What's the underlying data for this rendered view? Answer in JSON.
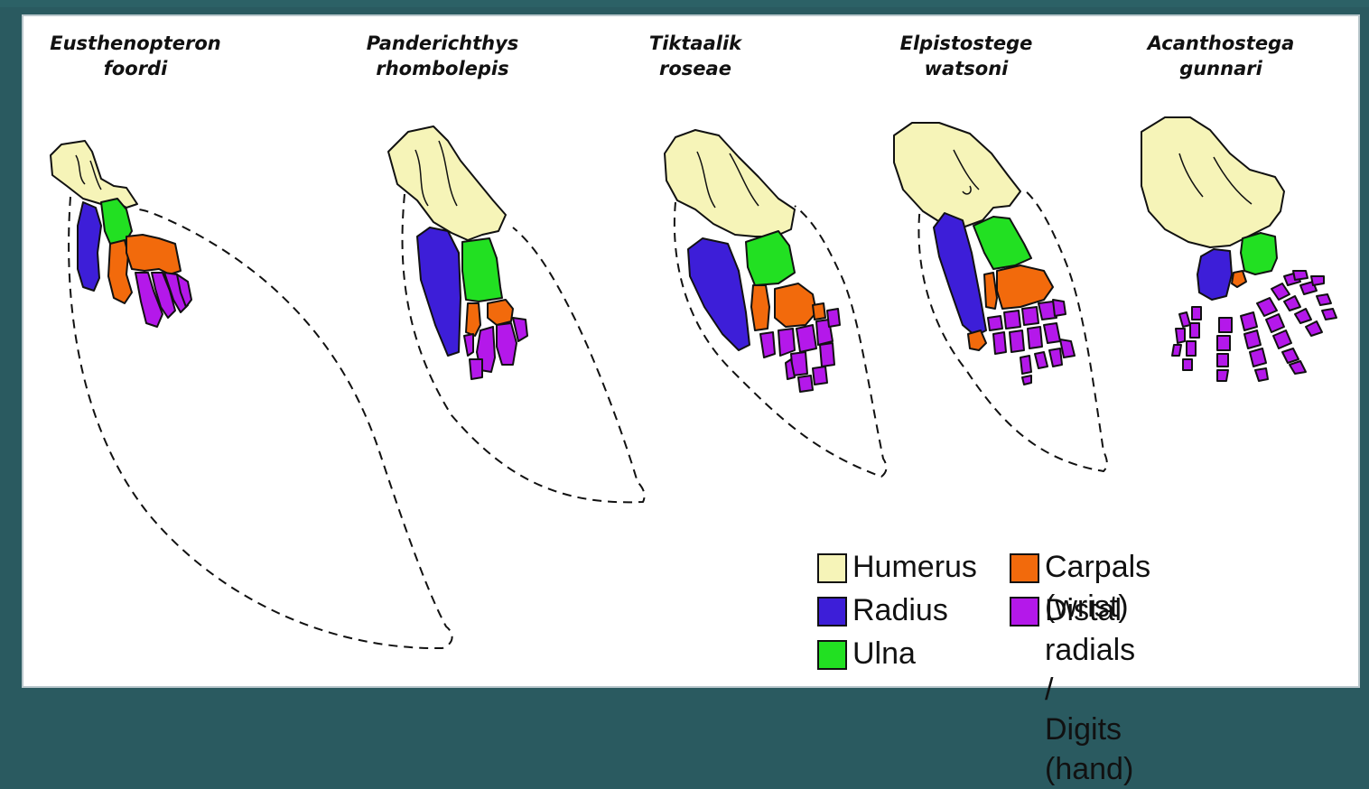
{
  "colors": {
    "humerus": "#f6f4b8",
    "radius": "#3d1ed8",
    "ulna": "#22e022",
    "carpals": "#f26a0c",
    "digits": "#b418ea",
    "background": "#2a5a60"
  },
  "species": [
    {
      "line1": "Eusthenopteron",
      "line2": "foordi"
    },
    {
      "line1": "Panderichthys",
      "line2": "rhombolepis"
    },
    {
      "line1": "Tiktaalik",
      "line2": "roseae"
    },
    {
      "line1": "Elpistostege",
      "line2": "watsoni"
    },
    {
      "line1": "Acanthostega",
      "line2": "gunnari"
    }
  ],
  "legend": [
    {
      "label": "Humerus",
      "label2": "",
      "color": "#f6f4b8"
    },
    {
      "label": "Radius",
      "label2": "",
      "color": "#3d1ed8"
    },
    {
      "label": "Ulna",
      "label2": "",
      "color": "#22e022"
    },
    {
      "label": "Carpals (wrist)",
      "label2": "",
      "color": "#f26a0c"
    },
    {
      "label": "Distal radials /",
      "label2": "Digits (hand)",
      "color": "#b418ea"
    }
  ]
}
